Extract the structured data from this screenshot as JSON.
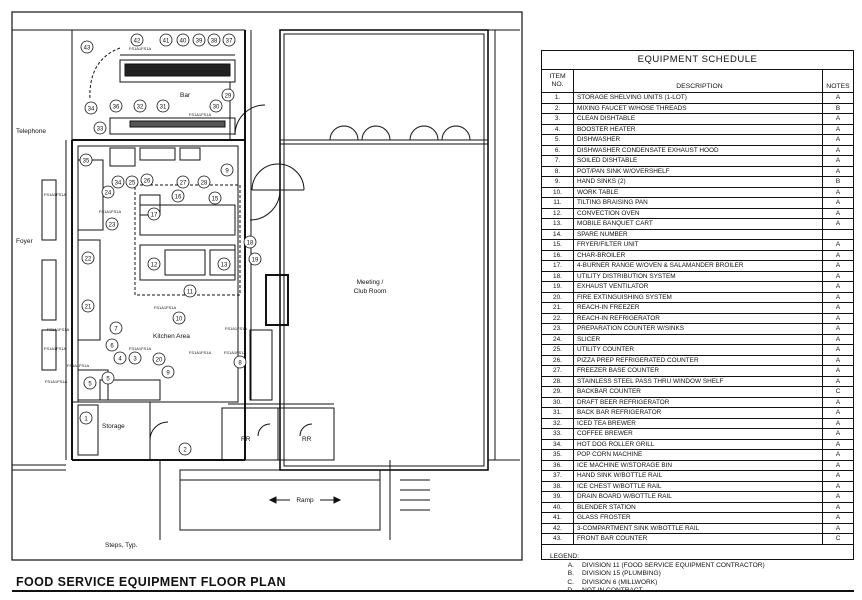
{
  "plan": {
    "rooms": {
      "telephone": "Telephone",
      "foyer": "Foyer",
      "bar": "Bar",
      "kitchen": "Kitchen Area",
      "storage": "Storage",
      "meeting_line1": "Meeting /",
      "meeting_line2": "Club Room",
      "rr_left": "RR",
      "rr_right": "RR",
      "ramp": "Ramp",
      "steps": "Steps, Typ."
    },
    "tag_label": "FS1A1FS1A"
  },
  "schedule": {
    "title": "EQUIPMENT SCHEDULE",
    "col_item_line1": "ITEM",
    "col_item_line2": "NO.",
    "col_description": "DESCRIPTION",
    "col_notes": "NOTES",
    "rows": [
      {
        "no": "1.",
        "desc": "STORAGE SHELVING UNITS (1-LOT)",
        "note": "A"
      },
      {
        "no": "2.",
        "desc": "MIXING FAUCET W/HOSE THREADS",
        "note": "B"
      },
      {
        "no": "3.",
        "desc": "CLEAN DISHTABLE",
        "note": "A"
      },
      {
        "no": "4.",
        "desc": "BOOSTER HEATER",
        "note": "A"
      },
      {
        "no": "5.",
        "desc": "DISHWASHER",
        "note": "A"
      },
      {
        "no": "6.",
        "desc": "DISHWASHER CONDENSATE EXHAUST HOOD",
        "note": "A"
      },
      {
        "no": "7.",
        "desc": "SOILED DISHTABLE",
        "note": "A"
      },
      {
        "no": "8.",
        "desc": "POT/PAN SINK W/OVERSHELF",
        "note": "A"
      },
      {
        "no": "9.",
        "desc": "HAND SINKS (2)",
        "note": "B"
      },
      {
        "no": "10.",
        "desc": "WORK TABLE",
        "note": "A"
      },
      {
        "no": "11.",
        "desc": "TILTING BRAISING PAN",
        "note": "A"
      },
      {
        "no": "12.",
        "desc": "CONVECTION OVEN",
        "note": "A"
      },
      {
        "no": "13.",
        "desc": "MOBILE BANQUET CART",
        "note": "A"
      },
      {
        "no": "14.",
        "desc": "SPARE NUMBER",
        "note": ""
      },
      {
        "no": "15.",
        "desc": "FRYER/FILTER UNIT",
        "note": "A"
      },
      {
        "no": "16.",
        "desc": "CHAR-BROILER",
        "note": "A"
      },
      {
        "no": "17.",
        "desc": "4-BURNER RANGE W/OVEN & SALAMANDER BROILER",
        "note": "A"
      },
      {
        "no": "18.",
        "desc": "UTILITY DISTRIBUTION SYSTEM",
        "note": "A"
      },
      {
        "no": "19.",
        "desc": "EXHAUST VENTILATOR",
        "note": "A"
      },
      {
        "no": "20.",
        "desc": "FIRE EXTINGUISHING SYSTEM",
        "note": "A"
      },
      {
        "no": "21.",
        "desc": "REACH-IN FREEZER",
        "note": "A"
      },
      {
        "no": "22.",
        "desc": "REACH-IN REFRIGERATOR",
        "note": "A"
      },
      {
        "no": "23.",
        "desc": "PREPARATION COUNTER W/SINKS",
        "note": "A"
      },
      {
        "no": "24.",
        "desc": "SLICER",
        "note": "A"
      },
      {
        "no": "25.",
        "desc": "UTILITY COUNTER",
        "note": "A"
      },
      {
        "no": "26.",
        "desc": "PIZZA PREP REFRIGERATED COUNTER",
        "note": "A"
      },
      {
        "no": "27.",
        "desc": "FREEZER BASE COUNTER",
        "note": "A"
      },
      {
        "no": "28.",
        "desc": "STAINLESS STEEL PASS THRU WINDOW SHELF",
        "note": "A"
      },
      {
        "no": "29.",
        "desc": "BACKBAR COUNTER",
        "note": "C"
      },
      {
        "no": "30.",
        "desc": "DRAFT BEER REFRIGERATOR",
        "note": "A"
      },
      {
        "no": "31.",
        "desc": "BACK BAR REFRIGERATOR",
        "note": "A"
      },
      {
        "no": "32.",
        "desc": "ICED TEA BREWER",
        "note": "A"
      },
      {
        "no": "33.",
        "desc": "COFFEE BREWER",
        "note": "A"
      },
      {
        "no": "34.",
        "desc": "HOT DOG ROLLER GRILL",
        "note": "A"
      },
      {
        "no": "35.",
        "desc": "POP CORN MACHINE",
        "note": "A"
      },
      {
        "no": "36.",
        "desc": "ICE MACHINE W/STORAGE BIN",
        "note": "A"
      },
      {
        "no": "37.",
        "desc": "HAND SINK W/BOTTLE RAIL",
        "note": "A"
      },
      {
        "no": "38.",
        "desc": "ICE CHEST W/BOTTLE RAIL",
        "note": "A"
      },
      {
        "no": "39.",
        "desc": "DRAIN BOARD W/BOTTLE RAIL",
        "note": "A"
      },
      {
        "no": "40.",
        "desc": "BLENDER STATION",
        "note": "A"
      },
      {
        "no": "41.",
        "desc": "GLASS FROSTER",
        "note": "A"
      },
      {
        "no": "42.",
        "desc": "3-COMPARTMENT SINK W/BOTTLE RAIL",
        "note": "A"
      },
      {
        "no": "43.",
        "desc": "FRONT BAR COUNTER",
        "note": "C"
      }
    ],
    "legend_title": "LEGEND:",
    "legend": [
      {
        "key": "A.",
        "text": "DIVISION 11 (FOOD SERVICE EQUIPMENT CONTRACTOR)"
      },
      {
        "key": "B.",
        "text": "DIVISION 15 (PLUMBING)"
      },
      {
        "key": "C.",
        "text": "DIVISION 6 (MILLWORK)"
      },
      {
        "key": "D.",
        "text": "NOT IN CONTRACT"
      }
    ]
  },
  "title": "FOOD SERVICE EQUIPMENT FLOOR PLAN"
}
